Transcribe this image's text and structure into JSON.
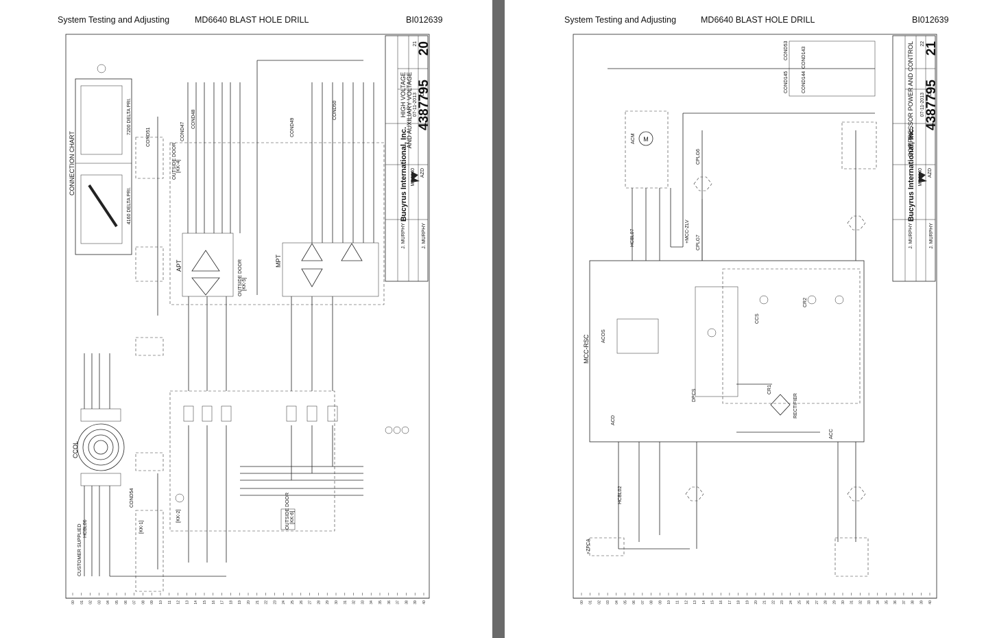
{
  "pages": [
    {
      "header_left": "System Testing and Adjusting",
      "header_center": "MD6640 BLAST HOLE DRILL",
      "header_right": "BI012639",
      "title_block": {
        "company": "Bucyrus International, Inc.",
        "sheet_title_1": "HIGH VOLTAGE",
        "sheet_title_2": "AND AUXILIARY VOLTAGE",
        "drawing_number": "4387795",
        "sheet_number": "20",
        "model": "MD6640",
        "engineer": "J. MURPHY",
        "drawn_by": "J. MURPHY",
        "checked": "AZD",
        "date": "07-11-2013",
        "revision": "D",
        "total_sheets": "21"
      },
      "labels": {
        "connection_chart": "CONNECTION CHART",
        "customer_supplied": "CUSTOMER SUPPLIED",
        "ccol": "CCOL",
        "hcbl06": "HCBL06",
        "cond47": "COND47",
        "cond48": "COND48",
        "cond49": "COND49",
        "cond50": "COND50",
        "apt": "APT",
        "mpt": "MPT",
        "outside_door_a": "OUTSIDE DOOR",
        "outside_door_b": "OUTSIDE DOOR",
        "outside_door_c": "OUTSIDE DOOR",
        "kk4": "[KK-4]",
        "kk5": "[KK-5]",
        "kk6": "[KK-6]",
        "kk2": "[KK-2]",
        "kk1": "[KK-1]",
        "cond51": "COND51",
        "cond54": "COND54",
        "chart_a": "7200 DELTA PRI.",
        "chart_b": "4160 DELTA PRI."
      },
      "axis": [
        "00",
        "01",
        "02",
        "03",
        "04",
        "05",
        "06",
        "07",
        "08",
        "09",
        "10",
        "11",
        "12",
        "13",
        "14",
        "15",
        "16",
        "17",
        "18",
        "19",
        "20",
        "21",
        "22",
        "23",
        "24",
        "25",
        "26",
        "27",
        "28",
        "29",
        "30",
        "31",
        "32",
        "33",
        "34",
        "35",
        "36",
        "37",
        "38",
        "39",
        "40"
      ]
    },
    {
      "header_left": "System Testing and Adjusting",
      "header_center": "MD6640 BLAST HOLE DRILL",
      "header_right": "BI012639",
      "title_block": {
        "company": "Bucyrus International, Inc.",
        "sheet_title_1": "COMPRESSOR POWER AND CONTROL",
        "drawing_number": "4387795",
        "sheet_number": "21",
        "model": "MD6640",
        "engineer": "J. MURPHY",
        "drawn_by": "J. MURPHY",
        "checked": "AZD",
        "date": "07-11-2013",
        "revision": "D",
        "total_sheets": "22"
      },
      "labels": {
        "acm": "ACM",
        "mcc_rsc": "MCC-RSC",
        "acd": "ACD",
        "acc": "ACC",
        "dpcs": "DPCS",
        "cond143": "COND143",
        "cond144": "COND144",
        "cond145": "COND145",
        "cond53": "COND53",
        "hcbl02": "HCBL02",
        "hcbl07": "HCBL07",
        "cplg6": "CPLG6",
        "cplg7": "CPLG7",
        "rectifier": "RECTIFIER",
        "acos": "ACOS",
        "ccs": "CCS",
        "cr1": "CR1",
        "cr2": "CR2",
        "zpca": "+ZPCA",
        "zlv": "+MCC-ZLV"
      },
      "axis": [
        "00",
        "01",
        "02",
        "03",
        "04",
        "05",
        "06",
        "07",
        "08",
        "09",
        "10",
        "11",
        "12",
        "13",
        "14",
        "15",
        "16",
        "17",
        "18",
        "19",
        "20",
        "21",
        "22",
        "23",
        "24",
        "25",
        "26",
        "27",
        "28",
        "29",
        "30",
        "31",
        "32",
        "33",
        "34",
        "35",
        "36",
        "37",
        "38",
        "39",
        "40"
      ]
    }
  ]
}
